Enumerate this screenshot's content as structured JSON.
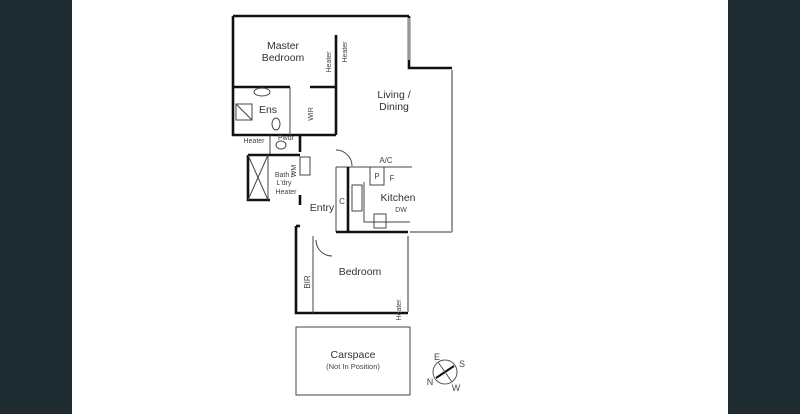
{
  "plan": {
    "rooms": {
      "master_line1": "Master",
      "master_line2": "Bedroom",
      "ens": "Ens",
      "wir": "WIR",
      "living_line1": "Living /",
      "living_line2": "Dining",
      "ac": "A/C",
      "pantry": "P",
      "fridge": "F",
      "kitchen": "Kitchen",
      "dw": "DW",
      "cupboard": "C",
      "entry": "Entry",
      "pwdr": "Pwdr",
      "wm": "WM",
      "bath_line1": "Bath /",
      "bath_line2": "L'dry",
      "bir": "BIR",
      "bedroom": "Bedroom",
      "heater": "Heater",
      "carspace": "Carspace",
      "carspace_note": "(Not In Position)"
    },
    "compass": {
      "e": "E",
      "s": "S",
      "n": "N",
      "w": "W"
    }
  }
}
